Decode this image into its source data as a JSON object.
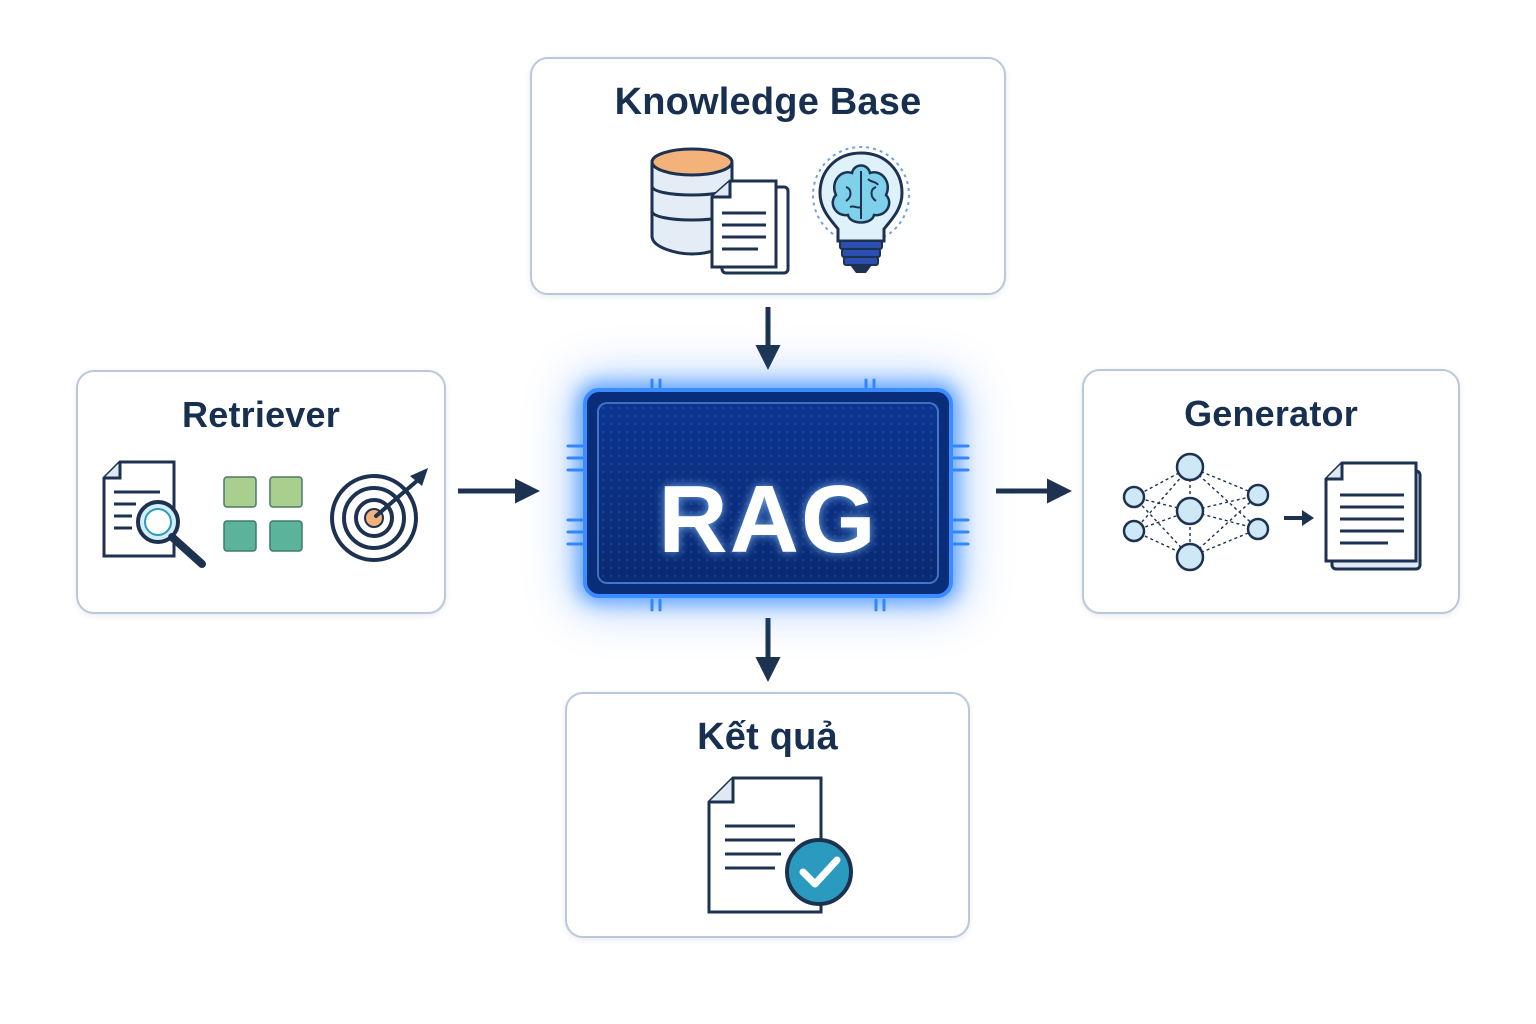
{
  "knowledge_base": {
    "title": "Knowledge Base",
    "icons": [
      "database-icon",
      "document-icon",
      "brain-lightbulb-icon"
    ]
  },
  "retriever": {
    "title": "Retriever",
    "icons": [
      "document-search-icon",
      "grid-icon",
      "target-icon"
    ]
  },
  "core": {
    "label": "RAG",
    "icon": "chip-icon"
  },
  "generator": {
    "title": "Generator",
    "icons": [
      "neural-network-icon",
      "arrow-right-icon",
      "document-icon"
    ]
  },
  "result": {
    "title": "Kết quả",
    "icons": [
      "document-check-icon"
    ]
  },
  "colors": {
    "navy": "#18304f",
    "box_border": "#b9c8dc",
    "chip_fill": "#0a2d7a",
    "chip_glow": "#3a8cff",
    "accent_orange": "#f2b27a",
    "accent_teal": "#2a9bbf",
    "grid_green": "#a9cf8e",
    "grid_teal": "#5bb39c"
  }
}
